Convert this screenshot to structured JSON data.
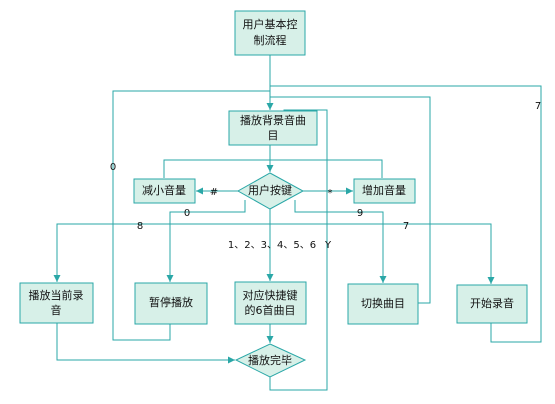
{
  "nodes": {
    "start": [
      "用户基本控",
      "制流程"
    ],
    "play_bg": [
      "播放背景音曲",
      "目"
    ],
    "key": [
      "用户按键"
    ],
    "vol_down": [
      "减小音量"
    ],
    "vol_up": [
      "增加音量"
    ],
    "play_rec": [
      "播放当前录",
      "音"
    ],
    "pause": [
      "暂停播放"
    ],
    "hotkey": [
      "对应快捷键",
      "的6首曲目"
    ],
    "switch": [
      "切换曲目"
    ],
    "start_rec": [
      "开始录音"
    ],
    "done": [
      "播放完毕"
    ]
  },
  "edge_labels": {
    "hash": "#",
    "star": "*",
    "e0_left": "0",
    "e0_mid": "0",
    "e9": "9",
    "e8": "8",
    "e7_mid": "7",
    "e7_right": "7",
    "e123456": "1、2、3、4、5、6",
    "eY": "Y"
  },
  "colors": {
    "fill": "#d7f0e8",
    "stroke": "#2aa7a7"
  }
}
